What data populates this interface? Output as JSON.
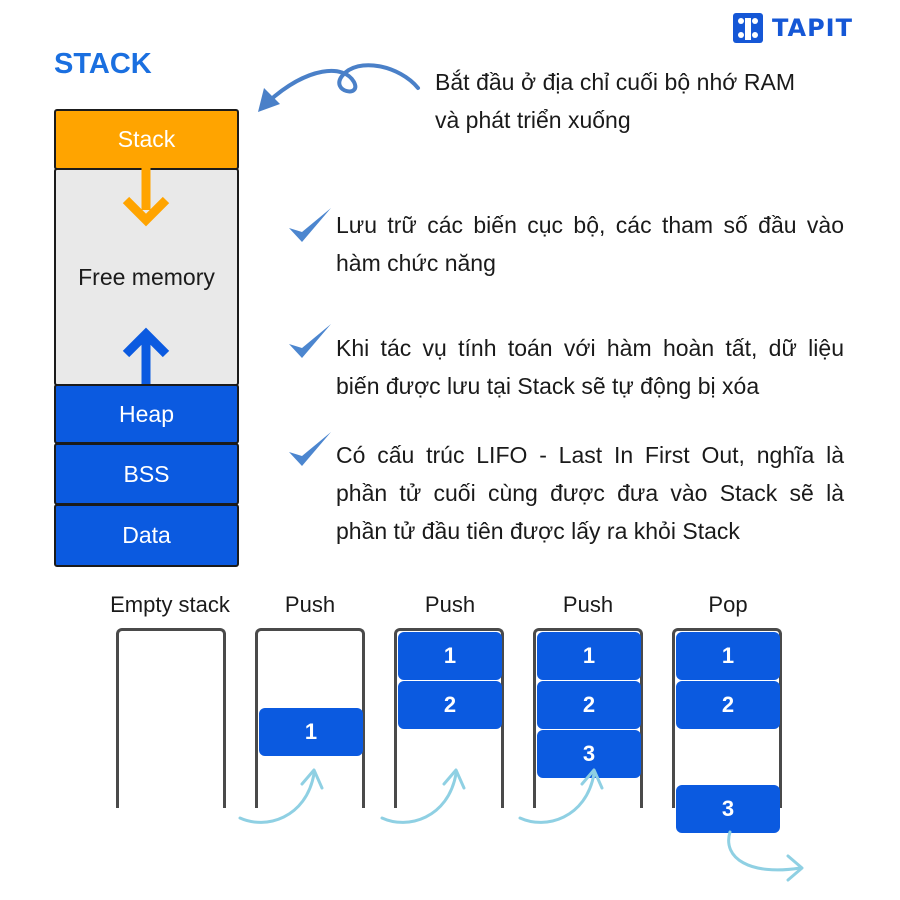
{
  "brand": {
    "logo_text": "TAPIT",
    "color": "#1557d6"
  },
  "title": "STACK",
  "memory_layout": [
    {
      "key": "stack",
      "label": "Stack",
      "color": "#ffa400"
    },
    {
      "key": "free",
      "label": "Free memory",
      "color": "#e9e9e9"
    },
    {
      "key": "heap",
      "label": "Heap",
      "color": "#0b5ae0"
    },
    {
      "key": "bss",
      "label": "BSS",
      "color": "#0b5ae0"
    },
    {
      "key": "data",
      "label": "Data",
      "color": "#0b5ae0"
    }
  ],
  "callout": "Bắt đầu ở địa chỉ cuối bộ nhớ RAM và phát triển xuống",
  "notes": [
    "Lưu trữ các biến cục bộ, các tham số đầu vào hàm chức năng",
    "Khi tác vụ tính toán với hàm hoàn tất, dữ liệu biến được lưu tại Stack sẽ tự động bị xóa",
    "Có cấu trúc LIFO - Last In First Out, nghĩa là phần tử cuối cùng được đưa vào Stack sẽ là phần tử đầu tiên được lấy ra khỏi Stack"
  ],
  "stages": [
    {
      "label": "Empty stack",
      "items": []
    },
    {
      "label": "Push",
      "items": [
        "1"
      ]
    },
    {
      "label": "Push",
      "items": [
        "1",
        "2"
      ]
    },
    {
      "label": "Push",
      "items": [
        "1",
        "2",
        "3"
      ]
    },
    {
      "label": "Pop",
      "items": [
        "1",
        "2"
      ],
      "popped": "3"
    }
  ],
  "colors": {
    "accent": "#1a6fe0",
    "block": "#0b5ae0",
    "arrow_light": "#8fd0e3",
    "check": "#4c86cf"
  }
}
